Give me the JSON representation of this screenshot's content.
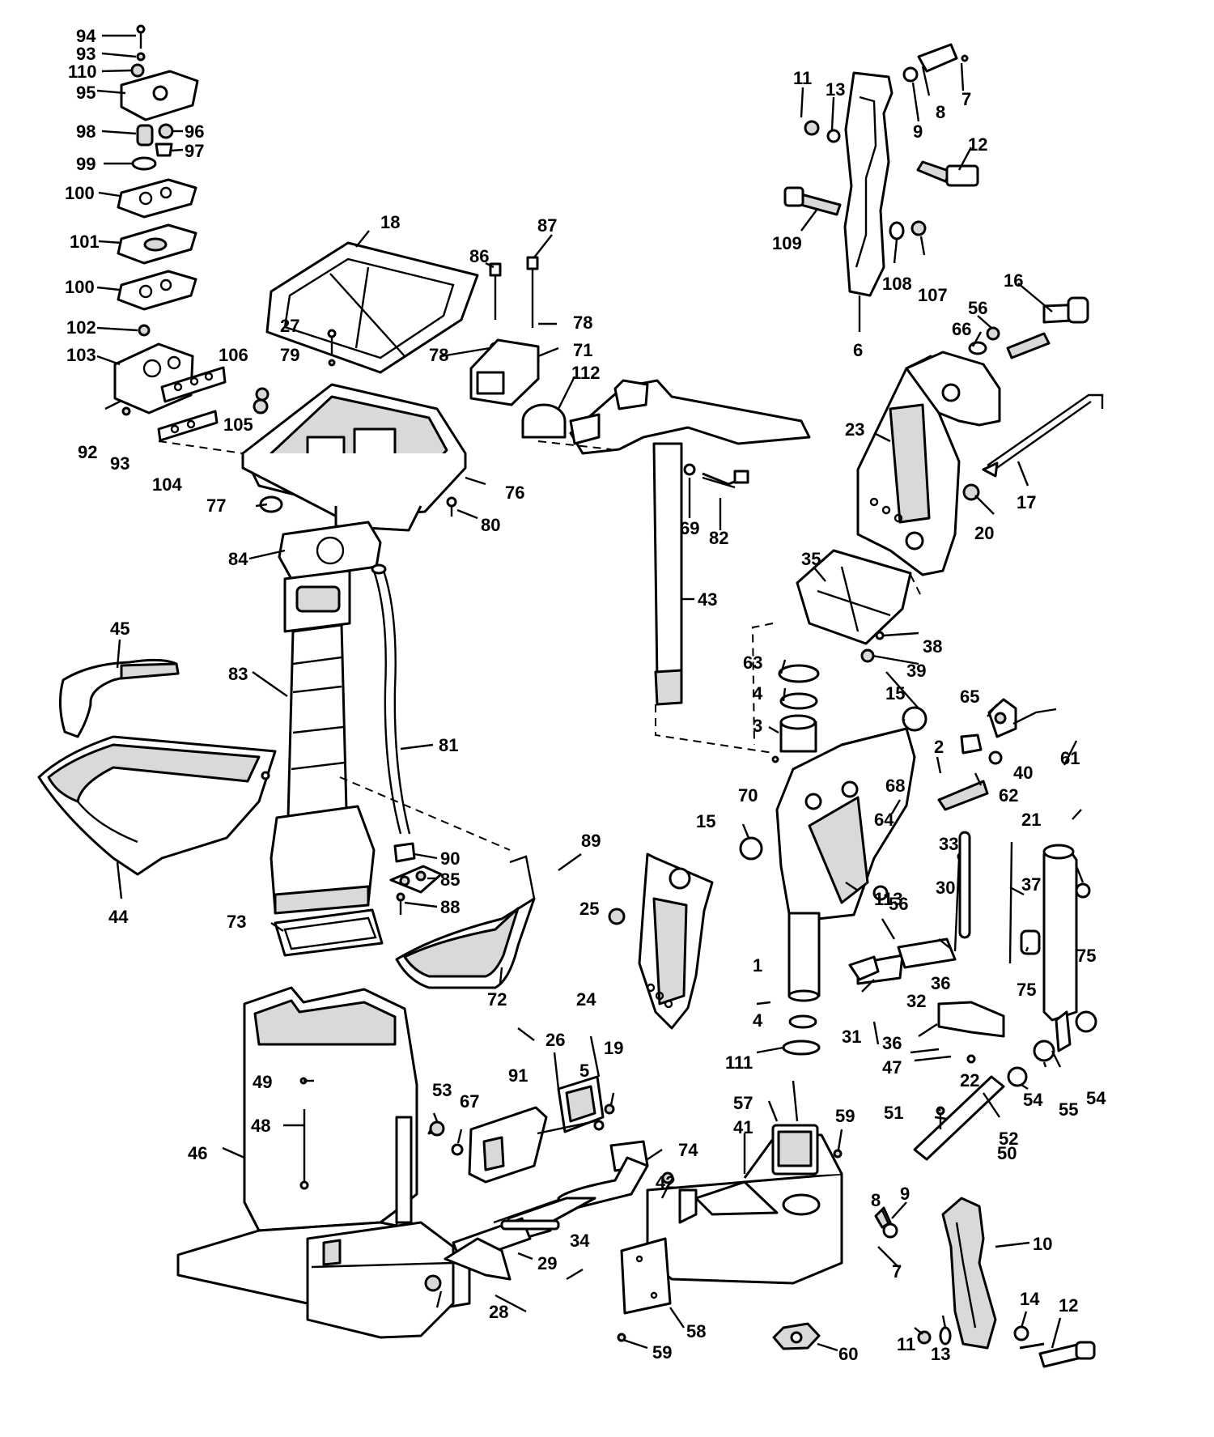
{
  "diagram": {
    "colors": {
      "ink": "#000000",
      "paper": "#ffffff",
      "shade": "#d9d9d9"
    },
    "callouts": [
      "94",
      "93",
      "110",
      "95",
      "98",
      "96",
      "97",
      "99",
      "100",
      "101",
      "100",
      "102",
      "103",
      "106",
      "105",
      "92",
      "93",
      "104",
      "18",
      "27",
      "79",
      "86",
      "87",
      "78",
      "78",
      "71",
      "112",
      "76",
      "77",
      "80",
      "69",
      "82",
      "84",
      "45",
      "83",
      "81",
      "44",
      "90",
      "85",
      "88",
      "89",
      "73",
      "72",
      "43",
      "11",
      "13",
      "8",
      "7",
      "9",
      "12",
      "109",
      "108",
      "107",
      "6",
      "16",
      "56",
      "66",
      "23",
      "17",
      "20",
      "35",
      "38",
      "39",
      "63",
      "4",
      "3",
      "70",
      "15",
      "2",
      "65",
      "40",
      "61",
      "62",
      "68",
      "64",
      "21",
      "15",
      "25",
      "33",
      "30",
      "56",
      "37",
      "75",
      "113",
      "1",
      "36",
      "32",
      "75",
      "24",
      "31",
      "4",
      "36",
      "47",
      "22",
      "111",
      "55",
      "54",
      "54",
      "52",
      "51",
      "50",
      "26",
      "19",
      "5",
      "91",
      "53",
      "67",
      "49",
      "48",
      "46",
      "57",
      "59",
      "41",
      "74",
      "42",
      "34",
      "29",
      "28",
      "58",
      "59",
      "60",
      "9",
      "8",
      "7",
      "10",
      "14",
      "12",
      "11",
      "13"
    ]
  }
}
